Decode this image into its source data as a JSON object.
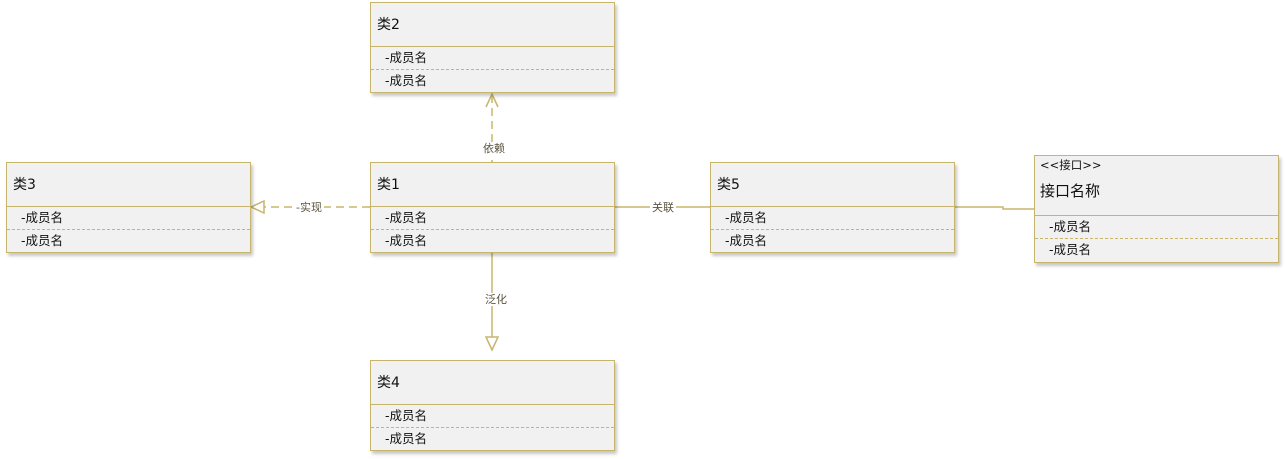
{
  "classes": [
    {
      "id": "c2",
      "title": "类2",
      "members": [
        "-成员名",
        "-成员名"
      ]
    },
    {
      "id": "c3",
      "title": "类3",
      "members": [
        "-成员名",
        "-成员名"
      ]
    },
    {
      "id": "c1",
      "title": "类1",
      "members": [
        "-成员名",
        "-成员名"
      ]
    },
    {
      "id": "c5",
      "title": "类5",
      "members": [
        "-成员名",
        "-成员名"
      ]
    },
    {
      "id": "c4",
      "title": "类4",
      "members": [
        "-成员名",
        "-成员名"
      ]
    }
  ],
  "interface": {
    "stereotype": "<<接口>>",
    "title": "接口名称",
    "members": [
      "-成员名",
      "-成员名"
    ]
  },
  "relations": {
    "dependency": "依赖",
    "realization": "-实现",
    "association": "关联",
    "generalization": "泛化"
  },
  "colors": {
    "border": "#c7b56d",
    "fill": "#f1f1f1",
    "connector": "#c7b56d"
  }
}
